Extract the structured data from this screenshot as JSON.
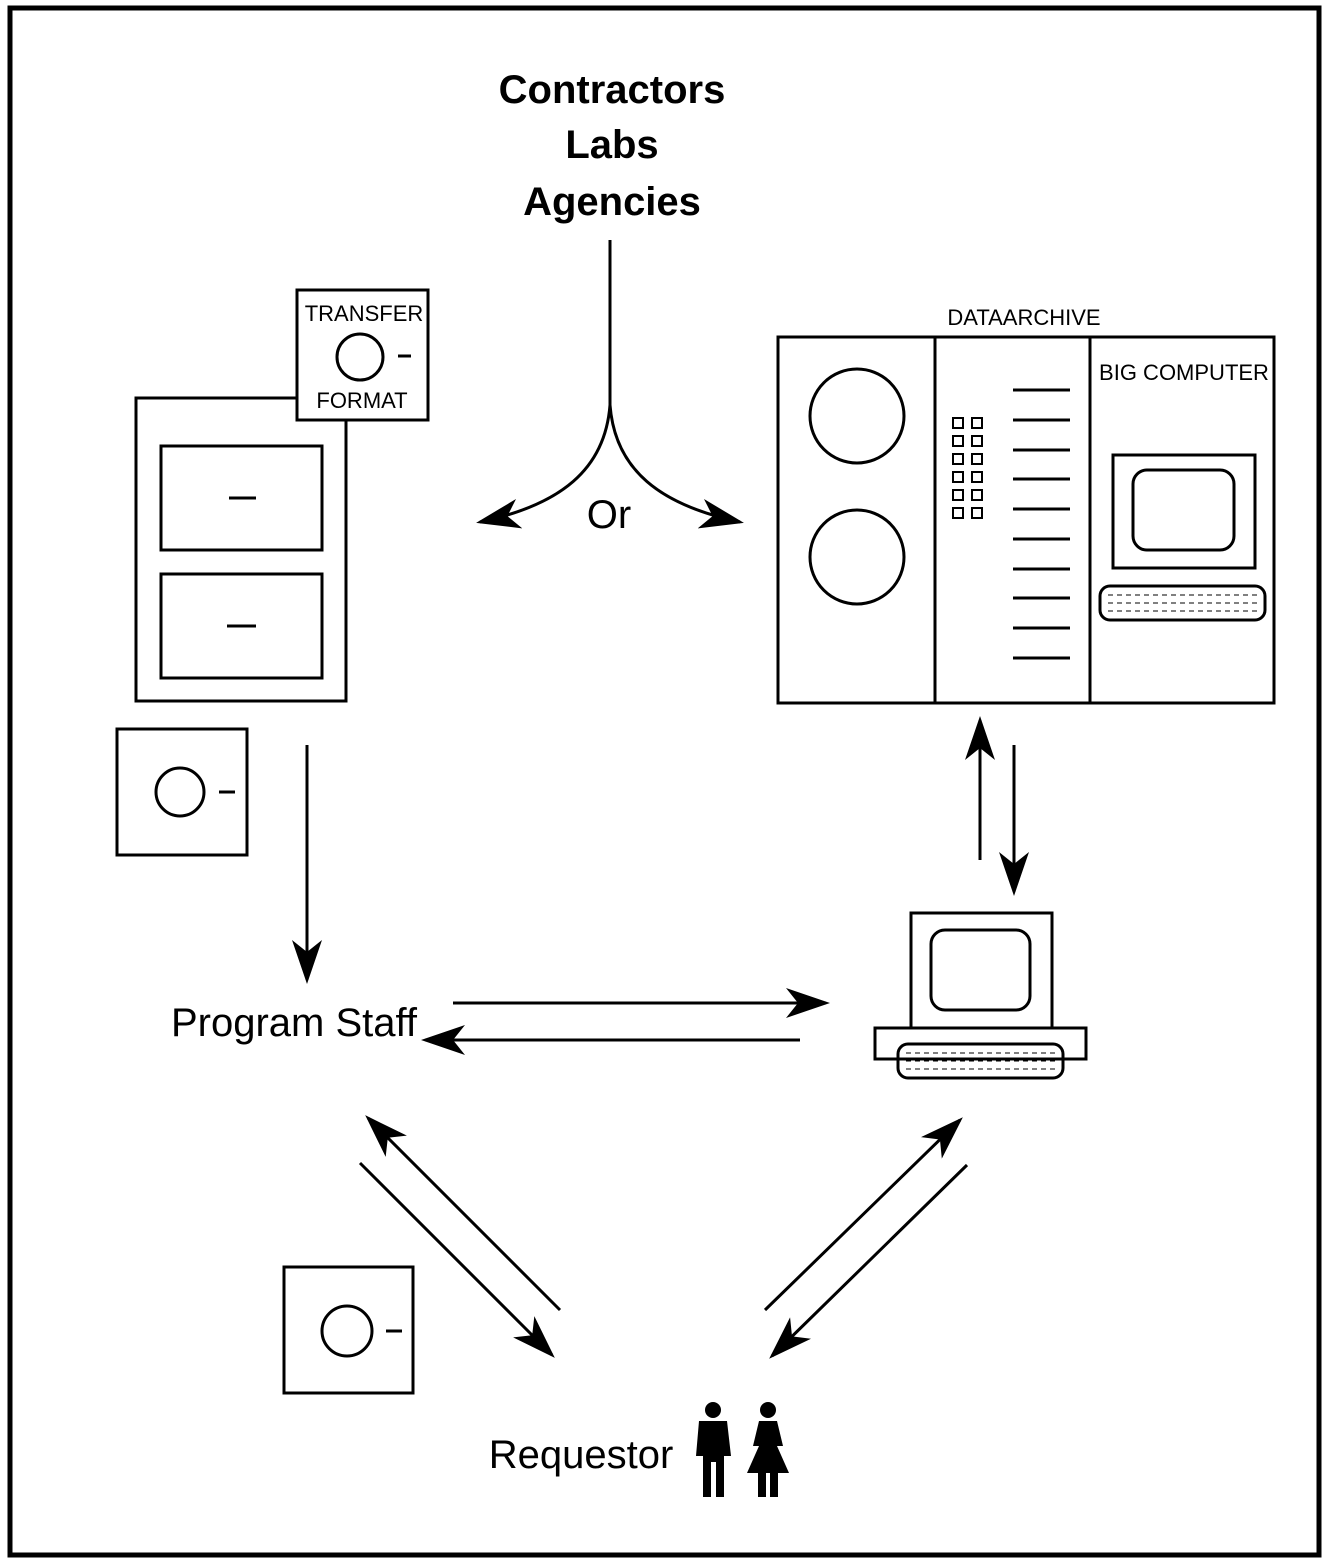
{
  "sources": {
    "line1": "Contractors",
    "line2": "Labs",
    "line3": "Agencies"
  },
  "branch_label": "Or",
  "transfer_box": {
    "top_label": "TRANSFER",
    "bottom_label": "FORMAT"
  },
  "data_archive": {
    "title": "DATAARCHIVE",
    "panel_label": "BIG COMPUTER"
  },
  "nodes": {
    "program_staff": "Program Staff",
    "requestor": "Requestor"
  },
  "icons": {
    "tape_reel": "tape-reel-icon",
    "terminal": "terminal-icon",
    "people": "people-icon"
  }
}
